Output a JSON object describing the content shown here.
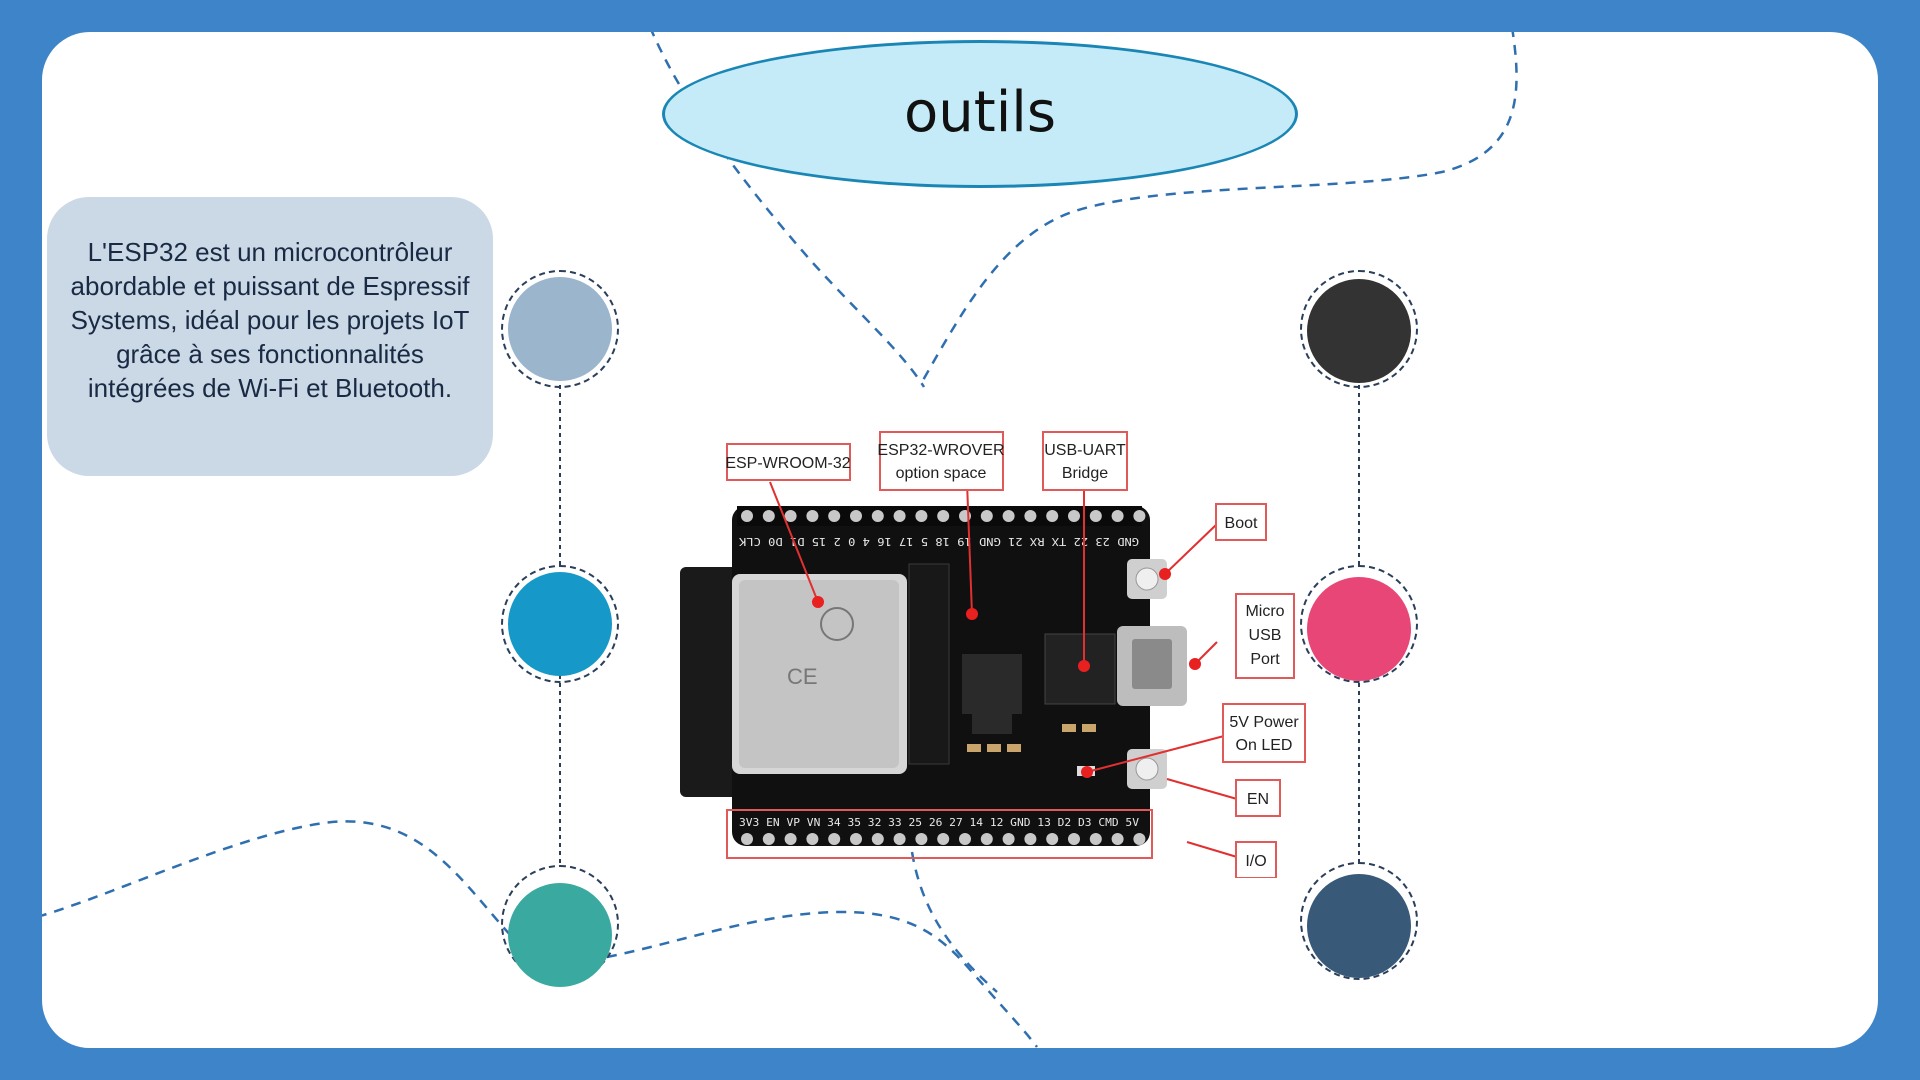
{
  "title": "outils",
  "info_card": {
    "text": "L'ESP32 est un microcontrôleur abordable et puissant de Espressif Systems, idéal pour les projets IoT grâce à ses fonctionnalités intégrées de Wi-Fi et Bluetooth."
  },
  "nodes_left": [
    {
      "color": "#9bb5cc"
    },
    {
      "color": "#1699c8"
    },
    {
      "color": "#3aaaa0"
    }
  ],
  "nodes_right": [
    {
      "color": "#333333"
    },
    {
      "color": "#e84677"
    },
    {
      "color": "#385a78"
    }
  ],
  "board": {
    "labels": {
      "wroom": "ESP-WROOM-32",
      "wrover_1": "ESP32-WROVER",
      "wrover_2": "option space",
      "usb_uart_1": "USB-UART",
      "usb_uart_2": "Bridge",
      "boot": "Boot",
      "micro_1": "Micro",
      "micro_2": "USB",
      "micro_3": "Port",
      "power_1": "5V Power",
      "power_2": "On LED",
      "en": "EN",
      "io": "I/O"
    },
    "top_pins": "GND 23 22 TX RX 21 GND 19 18 5 17 16 4 0 2 15 D1 D0 CLK",
    "bottom_pins": "3V3 EN VP VN 34 35 32 33 25 26 27 14 12 GND 13 D2 D3 CMD 5V"
  },
  "colors": {
    "background": "#3e84c8",
    "slide": "#ffffff",
    "dash_line": "#2f6fb0",
    "label_border": "#e05a5a",
    "board": "#111111",
    "pin": "#c8c8c8"
  }
}
